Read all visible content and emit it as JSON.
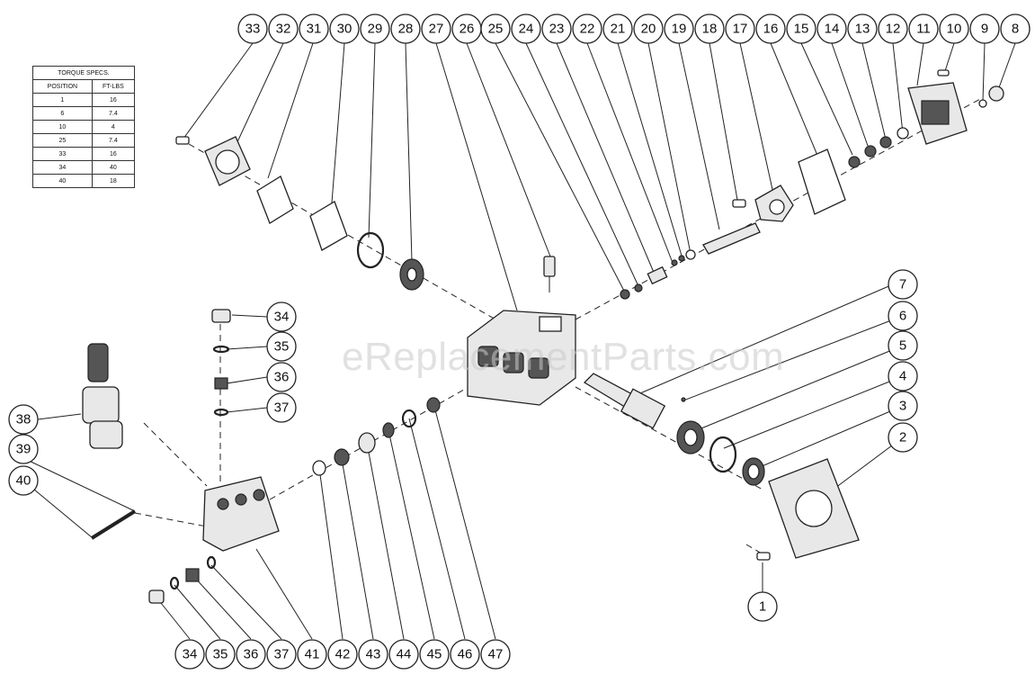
{
  "torque_table": {
    "title": "TORQUE SPECS.",
    "headers": [
      "POSITION",
      "FT-LBS"
    ],
    "rows": [
      [
        "1",
        "16"
      ],
      [
        "6",
        "7.4"
      ],
      [
        "10",
        "4"
      ],
      [
        "25",
        "7.4"
      ],
      [
        "33",
        "16"
      ],
      [
        "34",
        "40"
      ],
      [
        "40",
        "18"
      ]
    ]
  },
  "watermark": "eReplacementParts.com",
  "callouts": {
    "c33a": "33",
    "c32": "32",
    "c31": "31",
    "c30": "30",
    "c29": "29",
    "c28": "28",
    "c27": "27",
    "c26": "26",
    "c25": "25",
    "c24": "24",
    "c23": "23",
    "c22": "22",
    "c21": "21",
    "c20": "20",
    "c19": "19",
    "c18": "18",
    "c17": "17",
    "c16": "16",
    "c15": "15",
    "c14": "14",
    "c13": "13",
    "c12": "12",
    "c11": "11",
    "c10": "10",
    "c9": "9",
    "c8": "8",
    "c7": "7",
    "c6": "6",
    "c5": "5",
    "c4": "4",
    "c3": "3",
    "c2": "2",
    "c1": "1",
    "c34a": "34",
    "c35a": "35",
    "c36a": "36",
    "c37a": "37",
    "c38": "38",
    "c39": "39",
    "c40": "40",
    "c34b": "34",
    "c35b": "35",
    "c36b": "36",
    "c37b": "37",
    "c41": "41",
    "c42": "42",
    "c43": "43",
    "c44": "44",
    "c45": "45",
    "c46": "46",
    "c47": "47"
  }
}
